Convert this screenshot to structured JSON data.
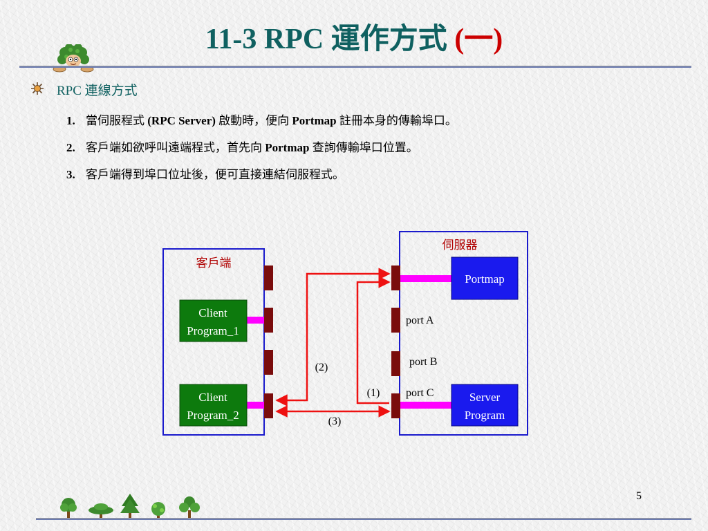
{
  "slide": {
    "title_main": "11-3 RPC 運作方式 ",
    "title_paren": "(一)",
    "heading": "RPC 連線方式",
    "page_number": "5"
  },
  "items": [
    {
      "num": "1.",
      "t1": "當伺服程式 ",
      "b1": "(RPC Server)",
      "t2": " 啟動時，便向 ",
      "b2": "Portmap",
      "t3": "  註冊本身的傳輸埠口。"
    },
    {
      "num": "2.",
      "t1": "客戶端如欲呼叫遠端程式，首先向 ",
      "b1": "Portmap",
      "t2": " 查詢傳輸埠口位置。"
    },
    {
      "num": "3.",
      "t1": "客戶端得到埠口位址後，便可直接連結伺服程式。"
    }
  ],
  "diagram": {
    "client_label": "客戶端",
    "server_label": "伺服器",
    "client_program_1": [
      "Client",
      "Program_1"
    ],
    "client_program_2": [
      "Client",
      "Program_2"
    ],
    "portmap": "Portmap",
    "server_program": [
      "Server",
      "Program"
    ],
    "port_a": "port A",
    "port_b": "port B",
    "port_c": "port C",
    "step_1": "(1)",
    "step_2": "(2)",
    "step_3": "(3)"
  },
  "colors": {
    "title": "#0f6060",
    "title_paren": "#cc0000",
    "box_border": "#1a1acc",
    "green_box": "#0d7a0d",
    "blue_box": "#1a1aee",
    "port_block": "#7a0c0c",
    "connector": "#ff00ff",
    "arrow": "#ee1111",
    "label_red": "#b00000"
  },
  "icons": [
    "star-bullet-icon",
    "mascot-icon",
    "tree-icon"
  ]
}
